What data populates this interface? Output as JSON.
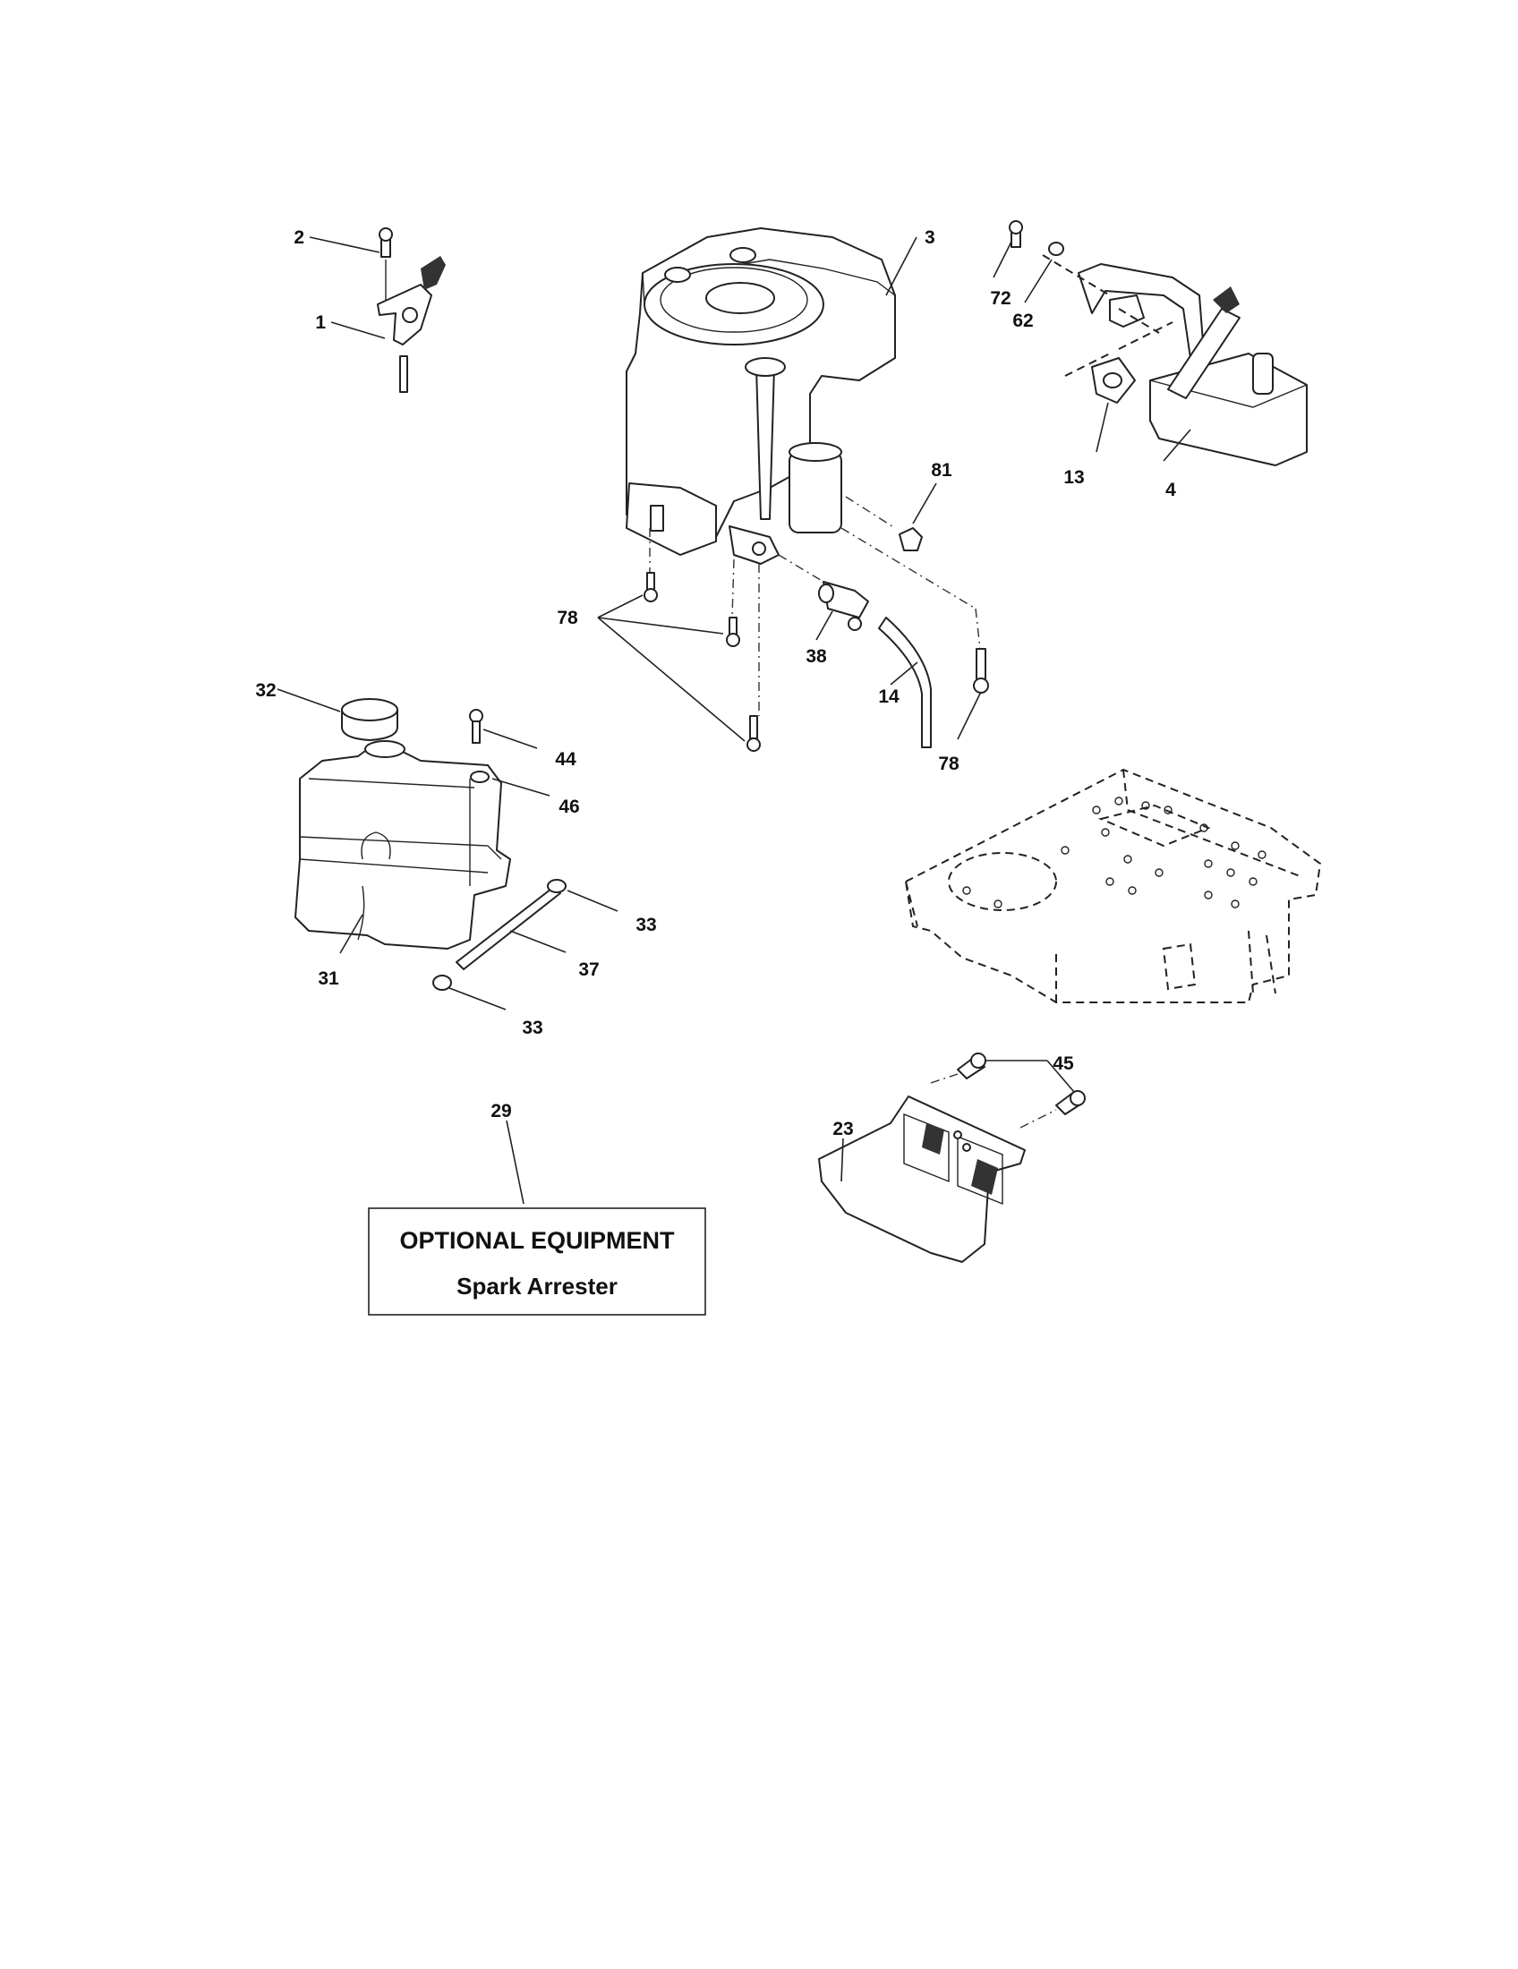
{
  "callouts": {
    "c1": "1",
    "c2": "2",
    "c3": "3",
    "c4": "4",
    "c13": "13",
    "c14": "14",
    "c23": "23",
    "c29": "29",
    "c31": "31",
    "c32": "32",
    "c33a": "33",
    "c33b": "33",
    "c37": "37",
    "c38": "38",
    "c44": "44",
    "c45": "45",
    "c46": "46",
    "c62": "62",
    "c72": "72",
    "c78a": "78",
    "c78b": "78",
    "c81": "81"
  },
  "optional_box": {
    "title": "OPTIONAL EQUIPMENT",
    "subtitle": "Spark Arrester"
  },
  "colors": {
    "ink": "#222222",
    "background": "#ffffff"
  }
}
